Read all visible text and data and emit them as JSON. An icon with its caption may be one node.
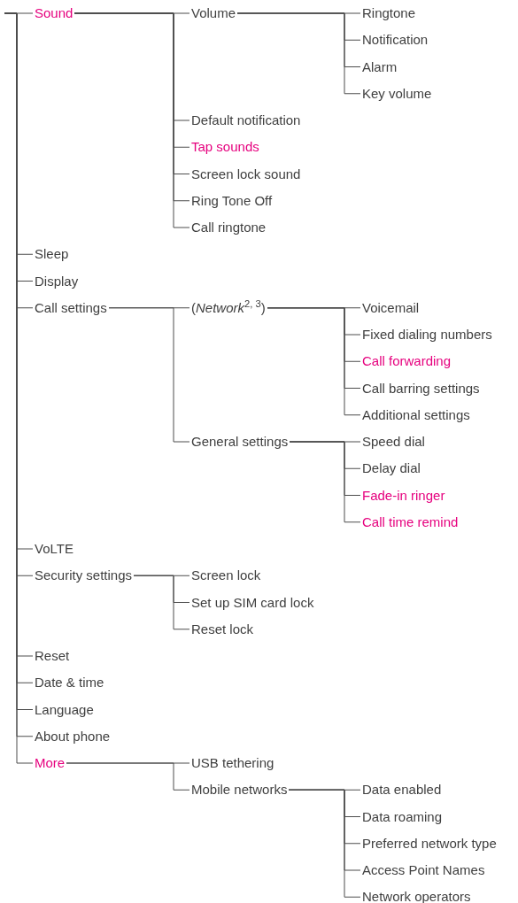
{
  "diagram": {
    "nodes": [
      {
        "text": [
          "Sound"
        ]
      },
      {
        "text": [
          "Volume"
        ]
      },
      {
        "text": [
          "Ringtone"
        ]
      },
      {
        "text": [
          "Notification"
        ]
      },
      {
        "text": [
          "Alarm"
        ]
      },
      {
        "text": [
          "Key volume"
        ]
      },
      {
        "text": [
          "Default notification"
        ]
      },
      {
        "text": [
          "Tap sounds"
        ]
      },
      {
        "text": [
          "Screen lock sound"
        ]
      },
      {
        "text": [
          "Ring Tone Off"
        ]
      },
      {
        "text": [
          "Call ringtone"
        ]
      },
      {
        "text": [
          "Sleep"
        ]
      },
      {
        "text": [
          "Display"
        ]
      },
      {
        "text": [
          "Call settings"
        ]
      },
      {
        "text": [
          "(*Network*$^{2, 3}$)"
        ]
      },
      {
        "text": [
          "Voicemail"
        ]
      },
      {
        "text": [
          "Fixed dialing numbers"
        ]
      },
      {
        "text": [
          "Call forwarding"
        ]
      },
      {
        "text": [
          "Call barring settings"
        ]
      },
      {
        "text": [
          "Additional settings"
        ]
      },
      {
        "text": [
          "General settings"
        ]
      },
      {
        "text": [
          "Speed dial"
        ]
      },
      {
        "text": [
          "Delay dial"
        ]
      },
      {
        "text": [
          "Fade-in ringer"
        ]
      },
      {
        "text": [
          "Call time remind"
        ]
      },
      {
        "text": [
          "VoLTE"
        ]
      },
      {
        "text": [
          "Security settings"
        ]
      },
      {
        "text": [
          "Screen lock"
        ]
      },
      {
        "text": [
          "Set up SIM card lock"
        ]
      },
      {
        "text": [
          "Reset lock"
        ]
      },
      {
        "text": [
          "Reset"
        ]
      },
      {
        "text": [
          "Date & time"
        ]
      },
      {
        "text": [
          "Language"
        ]
      },
      {
        "text": [
          "About phone"
        ]
      },
      {
        "text": [
          "More"
        ]
      },
      {
        "text": [
          "USB tethering"
        ]
      },
      {
        "text": [
          "Mobile networks"
        ]
      },
      {
        "text": [
          "Data enabled"
        ]
      },
      {
        "text": [
          "Data roaming"
        ]
      },
      {
        "text": [
          "Preferred network type"
        ]
      },
      {
        "text": [
          "Access Point Names"
        ]
      },
      {
        "text": [
          "Network operators"
        ]
      }
    ],
    "edges": [
      {
        "from": null,
        "to": 0,
        "arrow": "none"
      },
      {
        "from": 0,
        "to": 1,
        "arrow": "none"
      },
      {
        "from": 1,
        "to": 2,
        "arrow": "none"
      },
      {
        "from": 1,
        "to": 3,
        "arrow": "none"
      },
      {
        "from": 1,
        "to": 4,
        "arrow": "none"
      },
      {
        "from": 1,
        "to": 5,
        "arrow": "none"
      },
      {
        "from": 0,
        "to": 6,
        "arrow": "none"
      },
      {
        "from": 0,
        "to": 7,
        "arrow": "none"
      },
      {
        "from": 0,
        "to": 8,
        "arrow": "none"
      },
      {
        "from": 0,
        "to": 9,
        "arrow": "none"
      },
      {
        "from": 0,
        "to": 10,
        "arrow": "none"
      },
      {
        "from": null,
        "to": 11,
        "arrow": "none"
      },
      {
        "from": null,
        "to": 12,
        "arrow": "none"
      },
      {
        "from": null,
        "to": 13,
        "arrow": "none"
      },
      {
        "from": 13,
        "to": 14,
        "arrow": "none"
      },
      {
        "from": 14,
        "to": 15,
        "arrow": "none"
      },
      {
        "from": 14,
        "to": 16,
        "arrow": "none"
      },
      {
        "from": 14,
        "to": 17,
        "arrow": "none"
      },
      {
        "from": 14,
        "to": 18,
        "arrow": "none"
      },
      {
        "from": 14,
        "to": 19,
        "arrow": "none"
      },
      {
        "from": 13,
        "to": 20,
        "arrow": "none"
      },
      {
        "from": 20,
        "to": 21,
        "arrow": "none"
      },
      {
        "from": 20,
        "to": 22,
        "arrow": "none"
      },
      {
        "from": 20,
        "to": 23,
        "arrow": "none"
      },
      {
        "from": 20,
        "to": 24,
        "arrow": "none"
      },
      {
        "from": null,
        "to": 25,
        "arrow": "none"
      },
      {
        "from": null,
        "to": 26,
        "arrow": "none"
      },
      {
        "from": 26,
        "to": 27,
        "arrow": "none"
      },
      {
        "from": 26,
        "to": 28,
        "arrow": "none"
      },
      {
        "from": 26,
        "to": 29,
        "arrow": "none"
      },
      {
        "from": null,
        "to": 30,
        "arrow": "none"
      },
      {
        "from": null,
        "to": 31,
        "arrow": "none"
      },
      {
        "from": null,
        "to": 32,
        "arrow": "none"
      },
      {
        "from": null,
        "to": 33,
        "arrow": "none"
      },
      {
        "from": null,
        "to": 34,
        "arrow": "none"
      },
      {
        "from": 34,
        "to": 35,
        "arrow": "none"
      },
      {
        "from": 34,
        "to": 36,
        "arrow": "none"
      },
      {
        "from": 36,
        "to": 37,
        "arrow": "none"
      },
      {
        "from": 36,
        "to": 38,
        "arrow": "none"
      },
      {
        "from": 36,
        "to": 39,
        "arrow": "none"
      },
      {
        "from": 36,
        "to": 40,
        "arrow": "none"
      },
      {
        "from": 36,
        "to": 41,
        "arrow": "none"
      }
    ]
  }
}
